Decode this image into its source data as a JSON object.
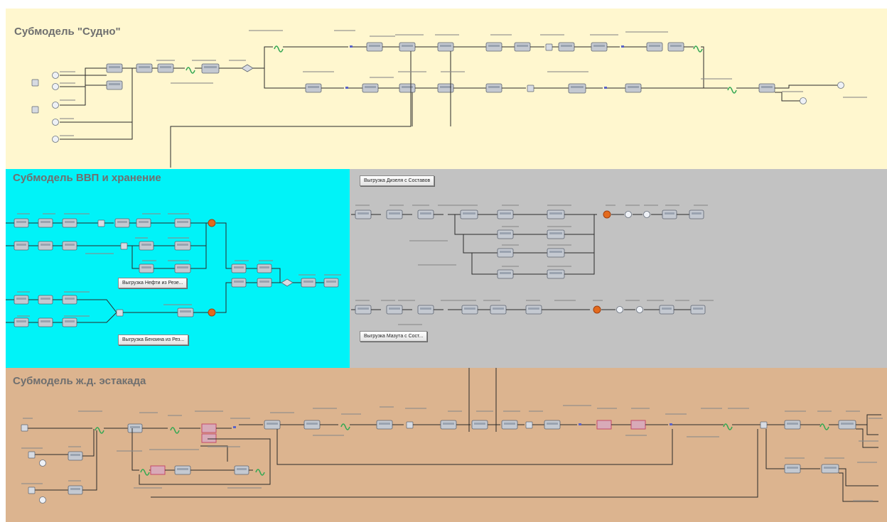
{
  "zones": {
    "ship": {
      "title": "Субмодель \"Судно\"",
      "color": "#fff7cf"
    },
    "storage": {
      "title": "Субмодель ВВП и хранение",
      "color": "#00f3f8"
    },
    "rail_unload": {
      "title": "",
      "color": "#c2c2c2"
    },
    "rail_trestle": {
      "title": "Субмодель ж.д. эстакада",
      "color": "#dcb48f"
    }
  },
  "buttons": {
    "unload_oil": "Выгрузка Нефти из Резе...",
    "unload_gasoline": "Выгрузка Бензина из Рез...",
    "unload_diesel": "Выгрузка Дизеля с Составов",
    "unload_fuel_oil": "Выгрузка Мазута с Сост..."
  },
  "colors": {
    "block_fill": "#c4c9d1",
    "block_stroke": "#5d6470",
    "connector": "#2a2a2a",
    "delay_accent": "#35a853",
    "sink_accent": "#e36a1d",
    "hold_accent": "#c44a6a"
  }
}
